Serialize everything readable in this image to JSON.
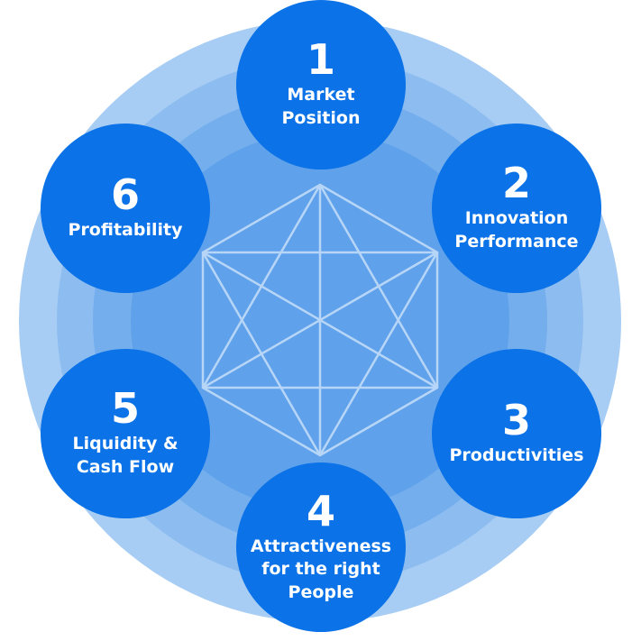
{
  "colors": {
    "outer_ring": "#a8cdf4",
    "ring_2": "#8dbdf0",
    "ring_3": "#74aeed",
    "inner_disc": "#5fa1ea",
    "lines": "#b7d6f7",
    "node_fill": "#0b72e7",
    "node_text": "#ffffff"
  },
  "nodes": [
    {
      "number": "1",
      "label": "Market\nPosition"
    },
    {
      "number": "2",
      "label": "Innovation\nPerformance"
    },
    {
      "number": "3",
      "label": "Productivities"
    },
    {
      "number": "4",
      "label": "Attractiveness\nfor the right\nPeople"
    },
    {
      "number": "5",
      "label": "Liquidity &\nCash Flow"
    },
    {
      "number": "6",
      "label": "Profitability"
    }
  ]
}
